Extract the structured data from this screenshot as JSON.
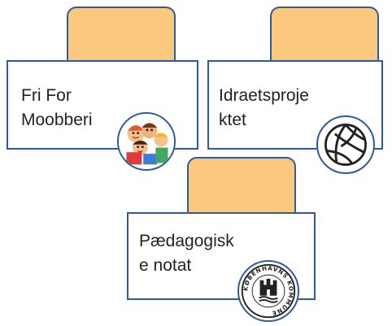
{
  "colors": {
    "tab": "#fbc97e",
    "border": "#2f5b9b"
  },
  "folders": [
    {
      "label": "Fri For\nMoobberi",
      "icon": "children-illustration-icon"
    },
    {
      "label": "Idraetsproje\nktet",
      "icon": "volleyball-icon"
    },
    {
      "label": "Pædagogisk\ne notat",
      "icon": "koebenhavns-kommune-seal-icon",
      "seal_text": "KØBENHAVNS KOMMUNE"
    }
  ]
}
